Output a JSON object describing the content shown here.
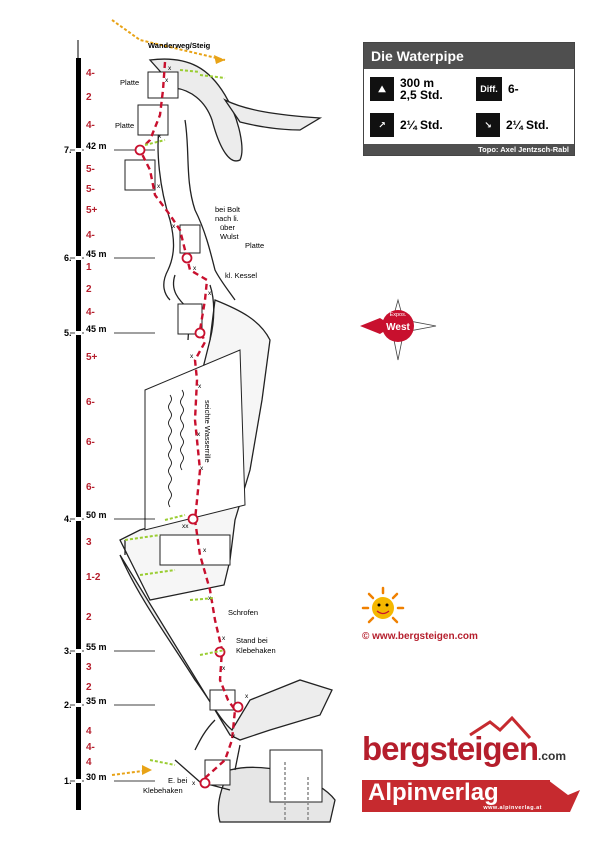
{
  "route": {
    "title": "Die Waterpipe",
    "length": "300 m",
    "time_climb": "2,5 Std.",
    "difficulty_label": "Diff.",
    "difficulty": "6-",
    "approach_time": "2¼ Std.",
    "descent_time": "2¼ Std.",
    "credit": "Topo: Axel Jentzsch-Rabl",
    "exposure_label": "Expos.",
    "exposure": "West"
  },
  "stands": [
    {
      "num": "1.",
      "length": "30 m"
    },
    {
      "num": "2.",
      "length": "35 m"
    },
    {
      "num": "3.",
      "length": "55 m"
    },
    {
      "num": "4.",
      "length": "50 m"
    },
    {
      "num": "5.",
      "length": "45 m"
    },
    {
      "num": "6.",
      "length": "45 m"
    },
    {
      "num": "7.",
      "length": "42 m"
    }
  ],
  "grades": [
    [
      "4",
      "4-",
      "4"
    ],
    [
      "3",
      "2"
    ],
    [
      "2",
      "1-2",
      "3"
    ],
    [
      "6-",
      "6-",
      "6-",
      "5+"
    ],
    [
      "4-",
      "2",
      "1"
    ],
    [
      "4-",
      "5+",
      "5-",
      "5-"
    ],
    [
      "4-",
      "2",
      "4-"
    ]
  ],
  "notes": {
    "start": "Wanderweg/Steig",
    "platte_1": "Platte",
    "platte_2": "Platte",
    "bolt_line1": "bei Bolt",
    "bolt_line2": "nach li.",
    "bolt_line3": "über",
    "bolt_line4": "Wulst",
    "platte_3": "Platte",
    "kessel": "kl. Kessel",
    "rille": "seichte Wasserrille",
    "schrofen": "Schrofen",
    "stand_line1": "Stand bei",
    "stand_line2": "Klebehaken",
    "entry_line1": "E. bei",
    "entry_line2": "Klebehaken"
  },
  "footer": {
    "copyright": "©  www.bergsteigen.com",
    "logo_main": "bergsteigen",
    "logo_suffix": ".com",
    "logo2_main": "Alpinverlag",
    "logo2_sub": "www.alpinverlag.at"
  },
  "colors": {
    "accent": "#b51e2c",
    "route": "#c8102e",
    "header": "#4f4f4f"
  }
}
